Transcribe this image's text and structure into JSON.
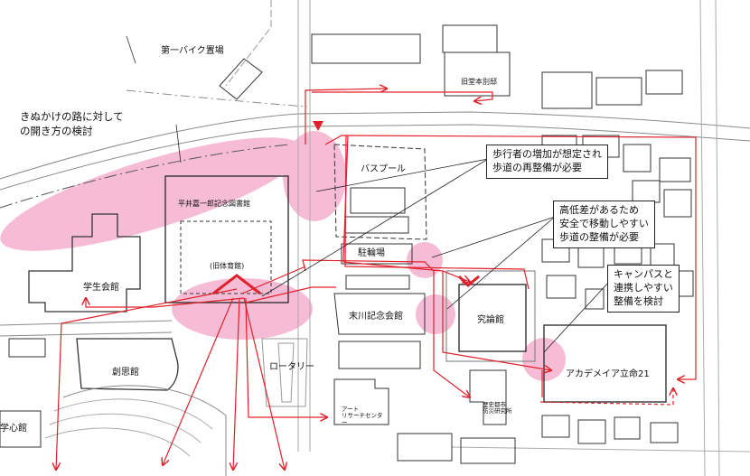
{
  "colors": {
    "route_red": "#e0202a",
    "highlight_pink": "#f3a6c8",
    "building_line": "#333333",
    "road_line": "#888888"
  },
  "labels": {
    "bike_parking": "第一バイク置場",
    "old_residence": "旧堂本別邸",
    "bus_pool": "バスプール",
    "library": "平井嘉一郎記念図書館",
    "old_gym": "(旧体育館)",
    "student_hall": "学生会館",
    "bicycle_parking": "駐輪場",
    "suekawa_hall": "末川記念会館",
    "kyuronkan": "究論館",
    "soshikan": "創思館",
    "rotary": "ロータリー",
    "art_research_center": [
      "アート",
      "リサーチセンター"
    ],
    "disaster_institute": [
      "歴史都市",
      "防災研究所"
    ],
    "academia": "アカデメイア立命21",
    "gakushinkan": "学心館"
  },
  "callouts": {
    "kinukake": [
      "きぬかけの路に対して",
      "の開き方の検討"
    ],
    "sidewalk": [
      "歩行者の増加が想定され",
      "歩道の再整備が必要"
    ],
    "elevation": [
      "高低差があるため",
      "安全で移動しやすい",
      "歩道の整備が必要"
    ],
    "campus_link": [
      "キャンパスと",
      "連携しやすい",
      "整備を検討"
    ]
  }
}
